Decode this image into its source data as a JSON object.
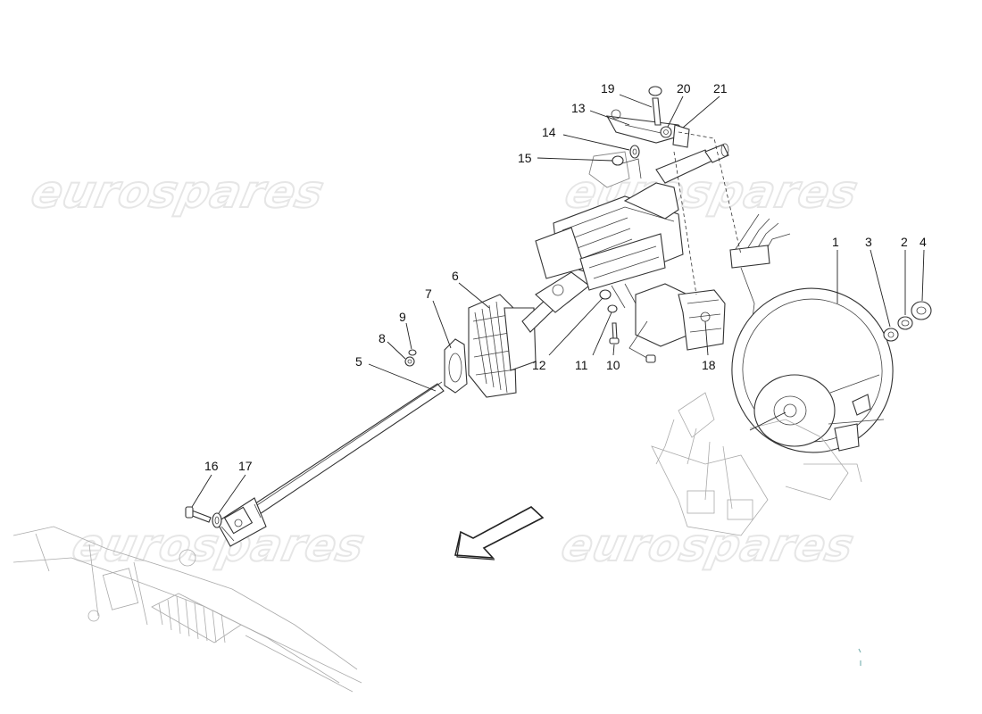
{
  "watermark": {
    "text": "eurospares"
  },
  "callouts": [
    {
      "id": "1",
      "label": "1"
    },
    {
      "id": "2",
      "label": "2"
    },
    {
      "id": "3",
      "label": "3"
    },
    {
      "id": "4",
      "label": "4"
    },
    {
      "id": "5",
      "label": "5"
    },
    {
      "id": "6",
      "label": "6"
    },
    {
      "id": "7",
      "label": "7"
    },
    {
      "id": "8",
      "label": "8"
    },
    {
      "id": "9",
      "label": "9"
    },
    {
      "id": "10",
      "label": "10"
    },
    {
      "id": "11",
      "label": "11"
    },
    {
      "id": "12",
      "label": "12"
    },
    {
      "id": "13",
      "label": "13"
    },
    {
      "id": "14",
      "label": "14"
    },
    {
      "id": "15",
      "label": "15"
    },
    {
      "id": "16",
      "label": "16"
    },
    {
      "id": "17",
      "label": "17"
    },
    {
      "id": "18",
      "label": "18"
    },
    {
      "id": "19",
      "label": "19"
    },
    {
      "id": "20",
      "label": "20"
    },
    {
      "id": "21",
      "label": "21"
    }
  ],
  "icons": {
    "direction_arrow": "direction-arrow-icon"
  }
}
